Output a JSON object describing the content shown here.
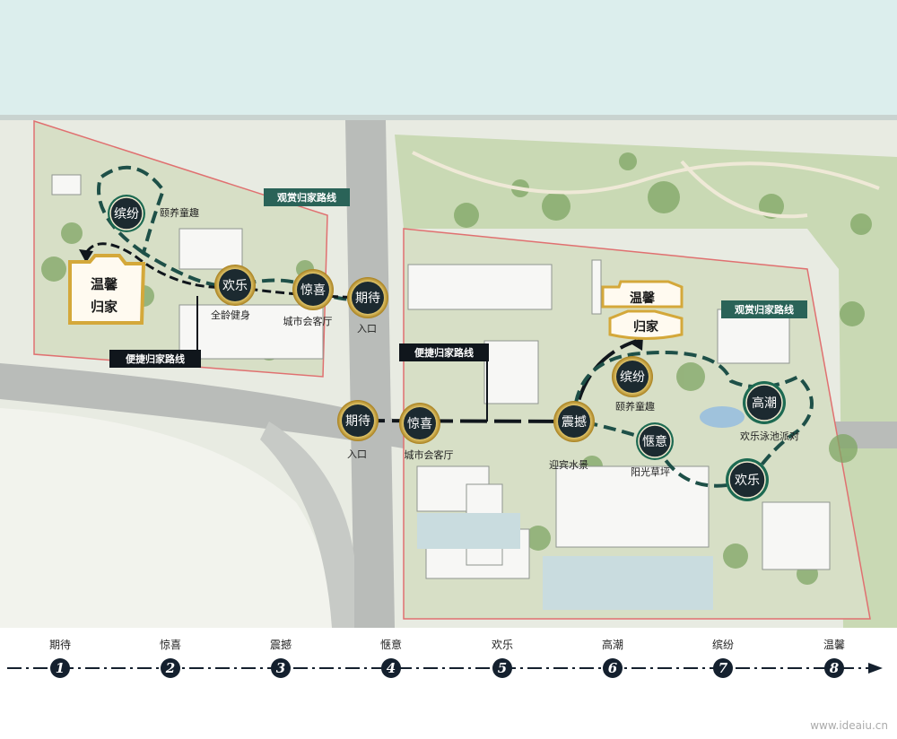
{
  "colors": {
    "river": "#dceeed",
    "site_boundary": "#e07070",
    "green_route": "#1e5048",
    "dark_route": "#10161c",
    "badge_dark": "#1c2a30",
    "badge_gold": "#c9a440",
    "badge_green": "#1d6a52",
    "home_gold": "#d4a83a",
    "home_fill": "#fffaf0",
    "label_teal": "#2a6358"
  },
  "callouts": {
    "scenic_left": "观赏归家路线",
    "quick_left": "便捷归家路线",
    "quick_right": "便捷归家路线",
    "scenic_right": "观赏归家路线"
  },
  "home_labels": {
    "left_line1": "温馨",
    "left_line2": "归家",
    "right_line1": "温馨",
    "right_line2": "归家"
  },
  "nodes": {
    "left": {
      "binfen": {
        "label": "缤纷",
        "caption": "颐养童趣",
        "icon": "gold-green-badge"
      },
      "huanle": {
        "label": "欢乐",
        "caption": "全龄健身",
        "icon": "gold-badge"
      },
      "jingxi": {
        "label": "惊喜",
        "caption": "城市会客厅",
        "icon": "gold-badge"
      },
      "qidai": {
        "label": "期待",
        "caption": "入口",
        "icon": "gold-badge"
      }
    },
    "right": {
      "qidai": {
        "label": "期待",
        "caption": "入口",
        "icon": "gold-badge"
      },
      "jingxi": {
        "label": "惊喜",
        "caption": "城市会客厅",
        "icon": "gold-badge"
      },
      "zhenhan": {
        "label": "震撼",
        "caption": "迎宾水景",
        "icon": "gold-badge"
      },
      "binfen": {
        "label": "缤纷",
        "caption": "颐养童趣",
        "icon": "gold-badge"
      },
      "qieyi": {
        "label": "惬意",
        "caption": "阳光草坪",
        "icon": "green-badge"
      },
      "gaochao": {
        "label": "高潮",
        "caption": "欢乐泳池派对",
        "icon": "green-badge"
      },
      "huanle": {
        "label": "欢乐",
        "caption": "",
        "icon": "green-badge"
      }
    }
  },
  "timeline": {
    "steps": [
      {
        "name": "期待",
        "num": "1"
      },
      {
        "name": "惊喜",
        "num": "2"
      },
      {
        "name": "震撼",
        "num": "3"
      },
      {
        "name": "惬意",
        "num": "4"
      },
      {
        "name": "欢乐",
        "num": "5"
      },
      {
        "name": "高潮",
        "num": "6"
      },
      {
        "name": "缤纷",
        "num": "7"
      },
      {
        "name": "温馨",
        "num": "8"
      }
    ]
  },
  "watermark": "www.ideaiu.cn"
}
